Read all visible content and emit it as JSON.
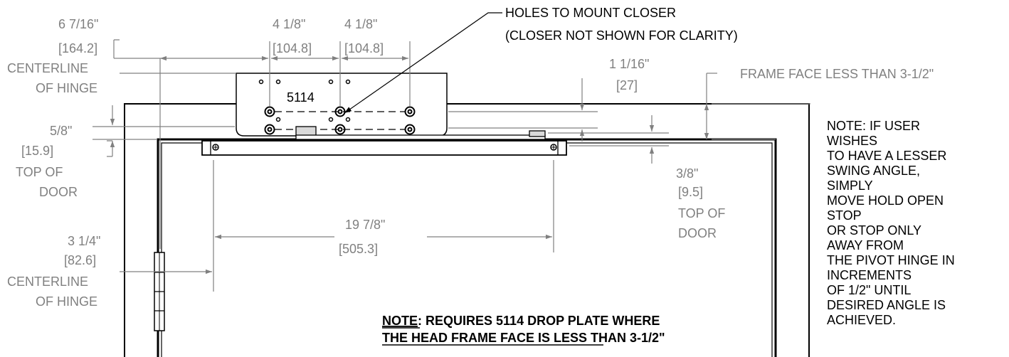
{
  "colors": {
    "line": "#000000",
    "dim": "#808080",
    "fill": "#d9d9d9",
    "background": "#ffffff"
  },
  "dims": {
    "d6_7_16": {
      "imperial": "6 7/16\"",
      "metric": "164.2"
    },
    "d4_1_8_a": {
      "imperial": "4 1/8\"",
      "metric": "104.8"
    },
    "d4_1_8_b": {
      "imperial": "4 1/8\"",
      "metric": "104.8"
    },
    "d1_1_16": {
      "imperial": "1 1/16\"",
      "metric": "27"
    },
    "d5_8": {
      "imperial": "5/8\"",
      "metric": "15.9"
    },
    "d3_8": {
      "imperial": "3/8\"",
      "metric": "9.5"
    },
    "d19_7_8": {
      "imperial": "19 7/8\"",
      "metric": "505.3"
    },
    "d3_1_4": {
      "imperial": "3 1/4\"",
      "metric": "82.6"
    }
  },
  "labels": {
    "centerline_hinge_top": [
      "CENTERLINE",
      "OF HINGE"
    ],
    "top_of_door_left": [
      "TOP OF",
      "DOOR"
    ],
    "top_of_door_right": [
      "TOP OF",
      "DOOR"
    ],
    "centerline_hinge_bottom": [
      "CENTERLINE",
      "OF HINGE"
    ],
    "holes_to_mount": [
      "HOLES TO MOUNT CLOSER",
      "(CLOSER NOT SHOWN FOR CLARITY)"
    ],
    "frame_face": "FRAME FACE LESS THAN 3-1/2\"",
    "plate_number": "5114"
  },
  "note_right": [
    "NOTE: IF USER",
    "WISHES",
    "TO HAVE A LESSER",
    "SWING ANGLE,",
    "SIMPLY",
    "MOVE HOLD OPEN",
    "STOP",
    "OR STOP ONLY",
    "AWAY FROM",
    "THE PIVOT HINGE IN",
    "INCREMENTS",
    "OF 1/2\" UNTIL",
    "DESIRED ANGLE IS",
    "ACHIEVED."
  ],
  "note_bottom": {
    "prefix": "NOTE",
    "line1_rest": ": REQUIRES 5114 DROP PLATE WHERE",
    "line2": "THE HEAD FRAME FACE IS LESS THAN 3-1/2\""
  }
}
